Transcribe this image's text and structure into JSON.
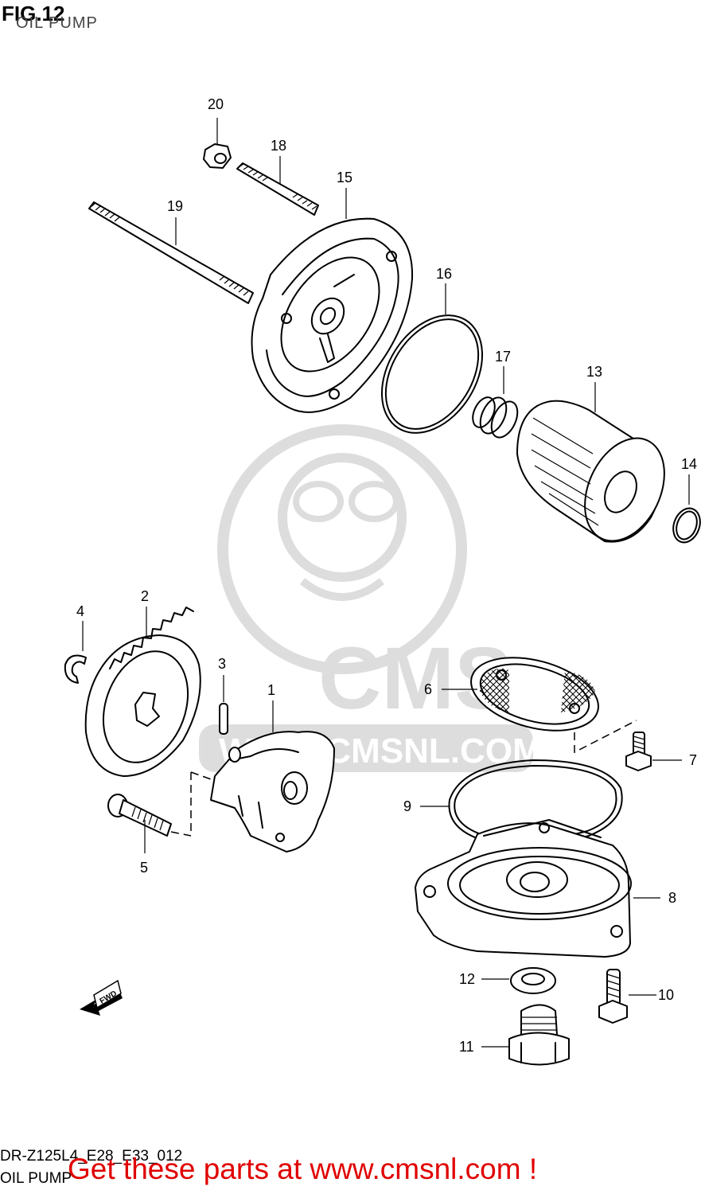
{
  "header": {
    "figure": "FIG.12",
    "title": "OIL PUMP"
  },
  "watermark": {
    "brand": "CMS",
    "site": "WWW.CMSNL.COM"
  },
  "callouts": [
    "1",
    "2",
    "3",
    "4",
    "5",
    "6",
    "7",
    "8",
    "9",
    "10",
    "11",
    "12",
    "13",
    "14",
    "15",
    "16",
    "17",
    "18",
    "19",
    "20"
  ],
  "footer": {
    "model_code": "DR-Z125L4_E28_E33_012",
    "name": "OIL PUMP",
    "promo": "Get these parts at www.cmsnl.com !"
  },
  "fwd_label": "FWD"
}
